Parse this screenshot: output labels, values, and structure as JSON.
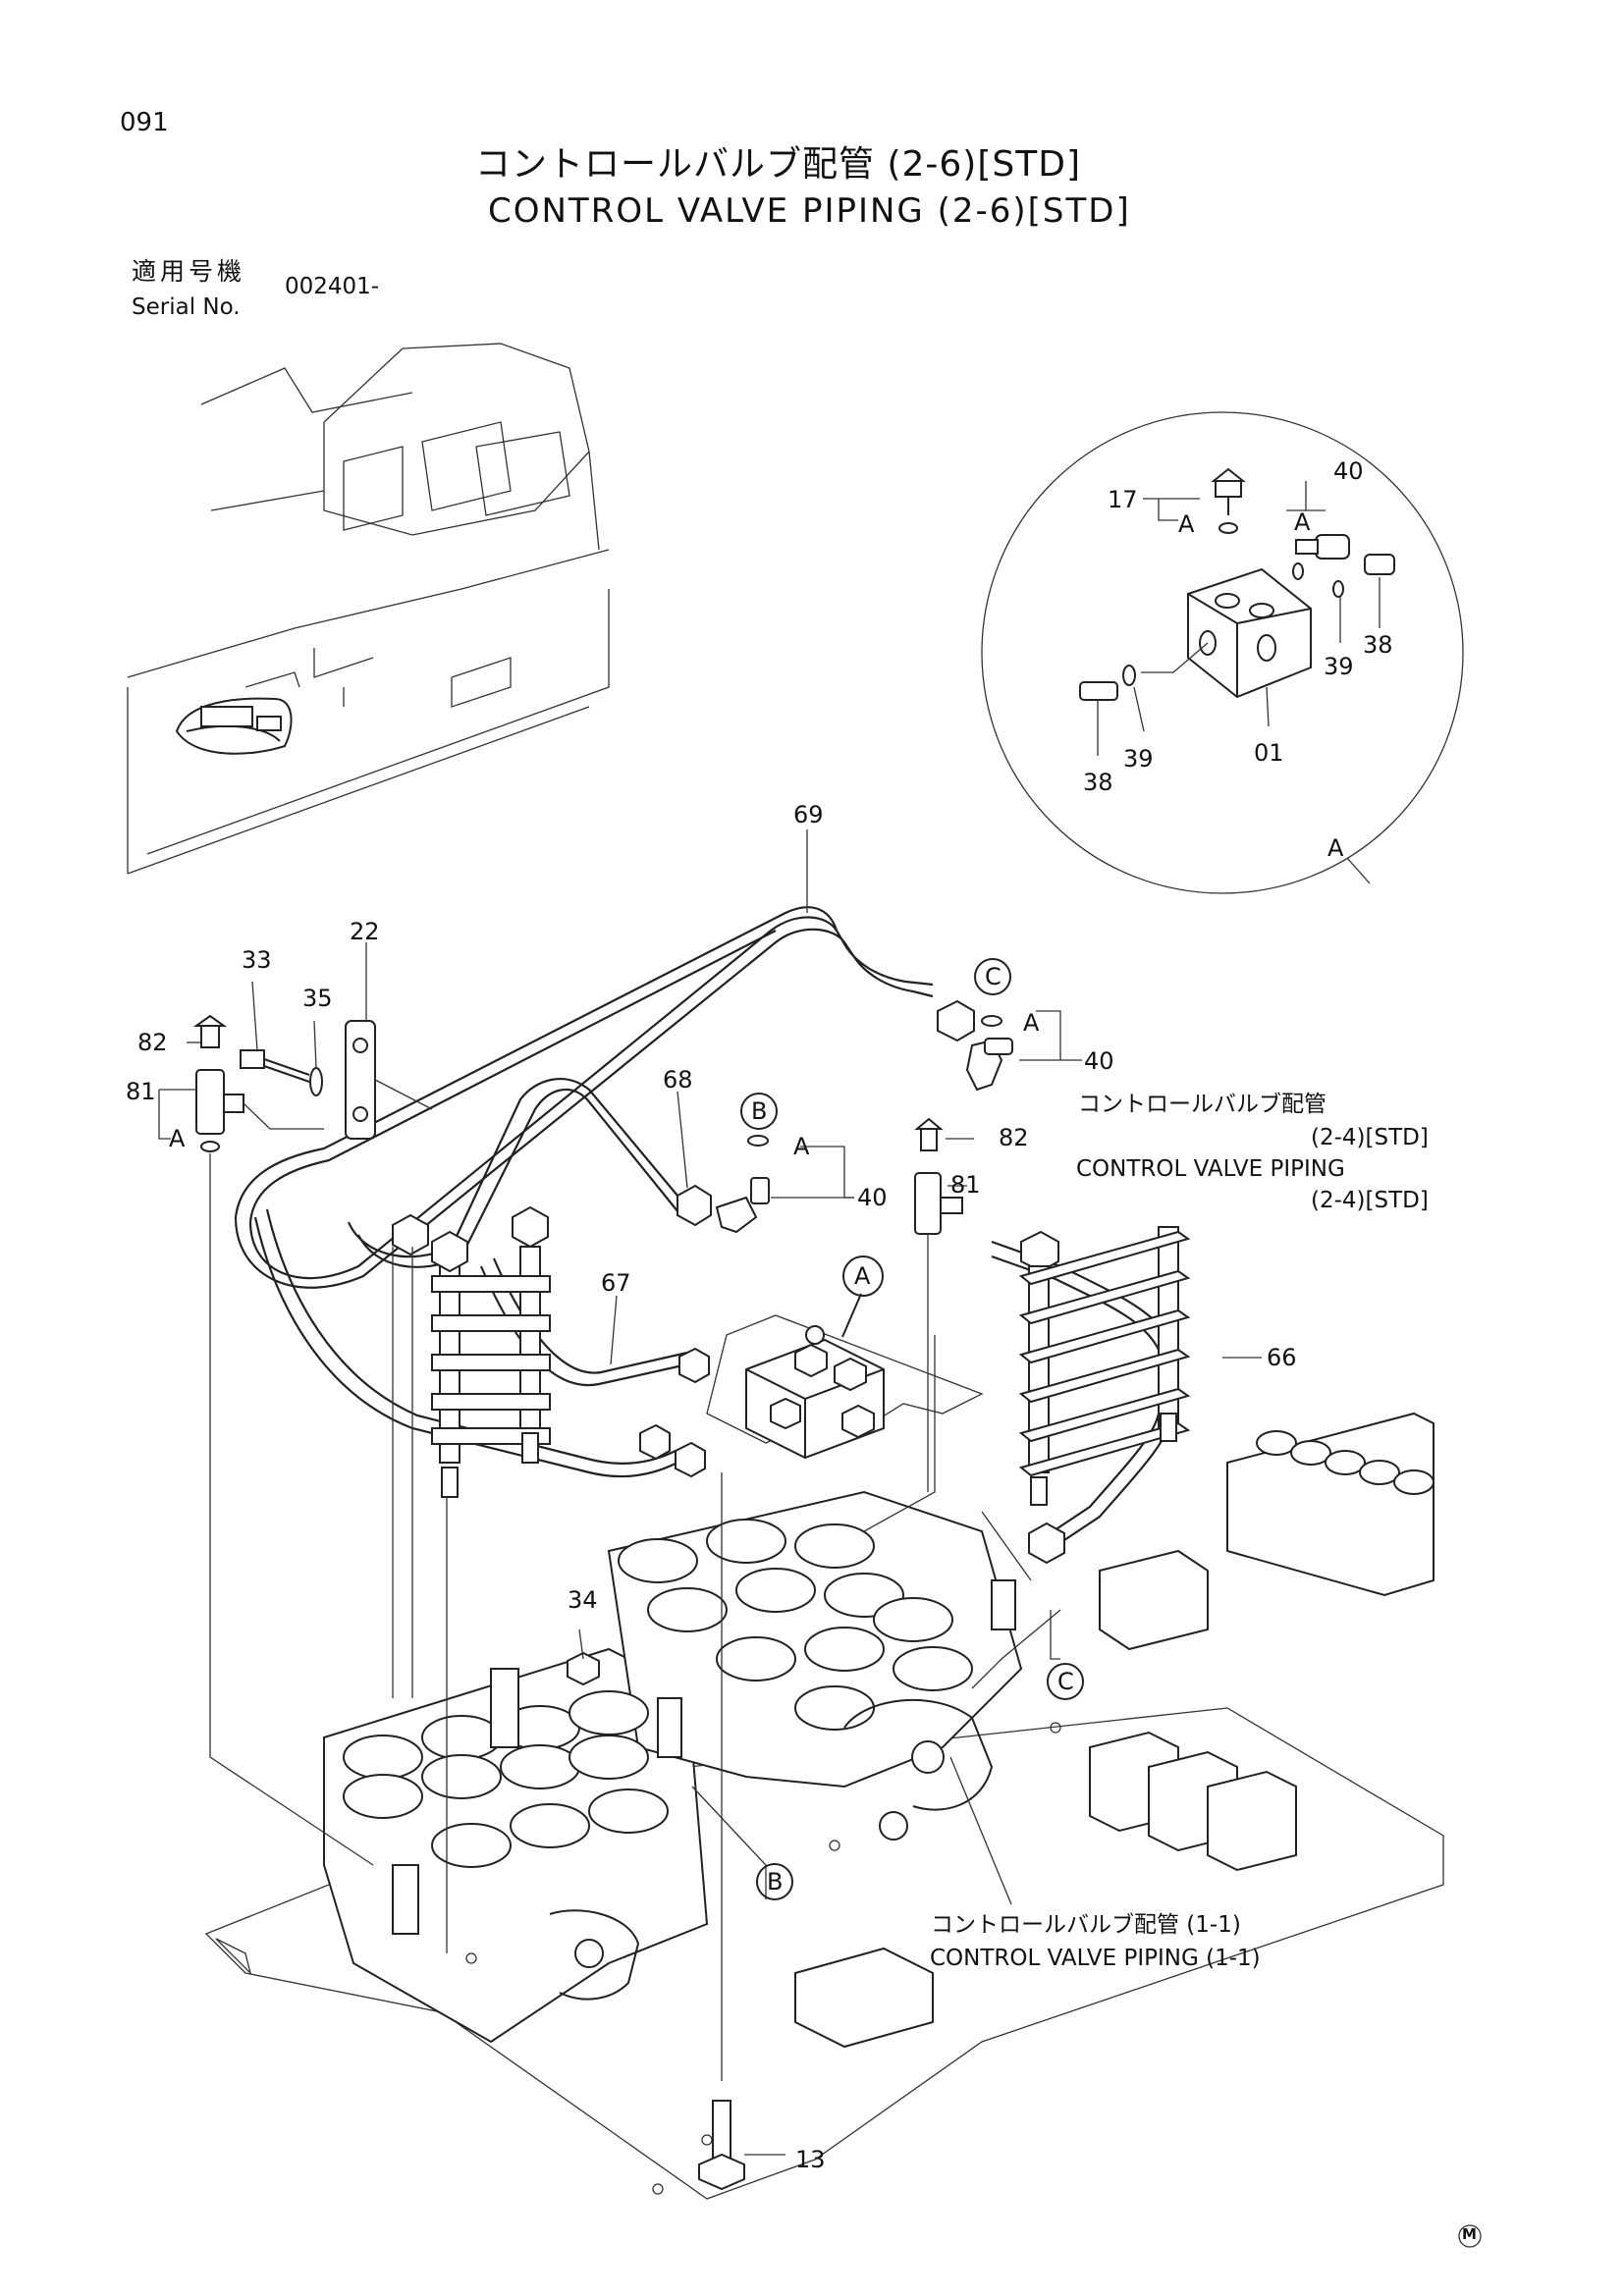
{
  "page_number": "091",
  "title_jp": "コントロールバルブ配管 (2-6)[STD]",
  "title_en": "CONTROL VALVE PIPING (2-6)[STD]",
  "serial": {
    "label_jp": "適用号機",
    "label_en": "Serial No.",
    "value": "002401-"
  },
  "references": [
    {
      "jp": "コントロールバルブ配管",
      "detail1": "(2-4)[STD]",
      "en": "CONTROL VALVE PIPING",
      "detail2": "(2-4)[STD]"
    },
    {
      "jp": "コントロールバルブ配管 (1-1)",
      "en": "CONTROL VALVE PIPING (1-1)"
    }
  ],
  "callouts": {
    "c01": "01",
    "c13": "13",
    "c17": "17",
    "c22": "22",
    "c33": "33",
    "c34": "34",
    "c35": "35",
    "c38a": "38",
    "c38b": "38",
    "c39a": "39",
    "c39b": "39",
    "c40a": "40",
    "c40b": "40",
    "c40c": "40",
    "c66": "66",
    "c67": "67",
    "c68": "68",
    "c69": "69",
    "c81a": "81",
    "c81b": "81",
    "c82a": "82",
    "c82b": "82"
  },
  "markers": {
    "A": "A",
    "B": "B",
    "C": "C"
  },
  "ref_letters": {
    "a_detail": "A",
    "a_17": "A",
    "a_40": "A",
    "a_c": "A",
    "a_b": "A",
    "a_81": "A"
  },
  "mark": "M"
}
